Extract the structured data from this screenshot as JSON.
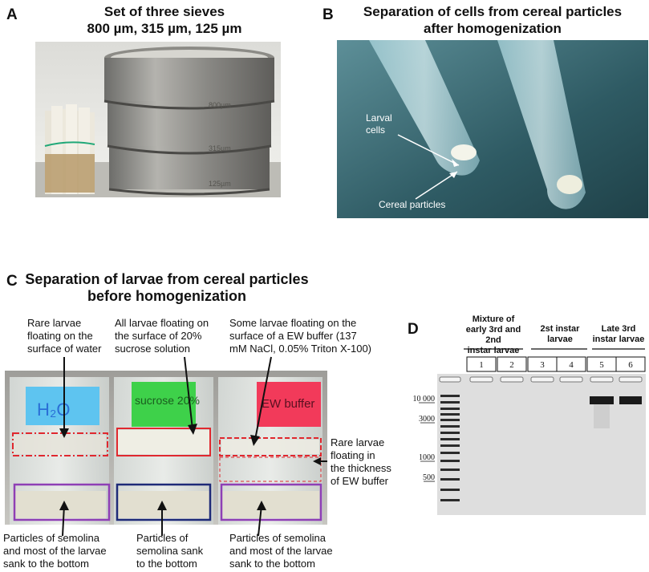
{
  "panel_a": {
    "letter": "A",
    "title_line1": "Set of three sieves",
    "title_line2": "800 µm, 315 µm, 125 µm",
    "sieve_labels": [
      "800µm",
      "315µm",
      "125µm"
    ]
  },
  "panel_b": {
    "letter": "B",
    "title_line1": "Separation of cells from cereal particles",
    "title_line2": "after homogenization",
    "label_cells": "Larval",
    "label_cells2": "cells",
    "label_particles": "Cereal particles"
  },
  "panel_c": {
    "letter": "C",
    "title_line1": "Separation of larvae from cereal particles",
    "title_line2": "before homogenization",
    "top_captions": [
      [
        "Rare larvae",
        "floating on the",
        "surface of water"
      ],
      [
        "All larvae floating on",
        "the surface of 20%",
        "sucrose solution"
      ],
      [
        "Some larvae floating on the",
        "surface of a EW buffer (137",
        "mM NaCl, 0.05% Triton X-100)"
      ]
    ],
    "side_caption": [
      "Rare larvae",
      "floating in",
      "the thickness",
      "of EW buffer"
    ],
    "bottom_captions": [
      [
        "Particles of semolina",
        "and most of the larvae",
        "sank to the bottom"
      ],
      [
        "Particles of",
        "semolina sank",
        "to the bottom"
      ],
      [
        "Particles of semolina",
        "and most of the larvae",
        "sank to the bottom"
      ]
    ],
    "beaker_labels": [
      "H₂O",
      "sucrose 20%",
      "EW buffer"
    ],
    "colors": {
      "blue_label": "#5ec4f0",
      "green_label": "#3ed14a",
      "red_label": "#f23a5a",
      "red_box": "#e0282e",
      "purple_box": "#8e3fb5",
      "navy_box": "#1e2a78"
    }
  },
  "panel_d": {
    "letter": "D",
    "groups": [
      [
        "Mixture of",
        "early 3rd and 2nd",
        "instar larvae"
      ],
      [
        "2st instar",
        "larvae"
      ],
      [
        "Late 3rd",
        "instar larvae"
      ]
    ],
    "lanes": [
      "1",
      "2",
      "3",
      "4",
      "5",
      "6"
    ],
    "ladder": [
      "10 000",
      "3000",
      "1000",
      "500"
    ]
  }
}
